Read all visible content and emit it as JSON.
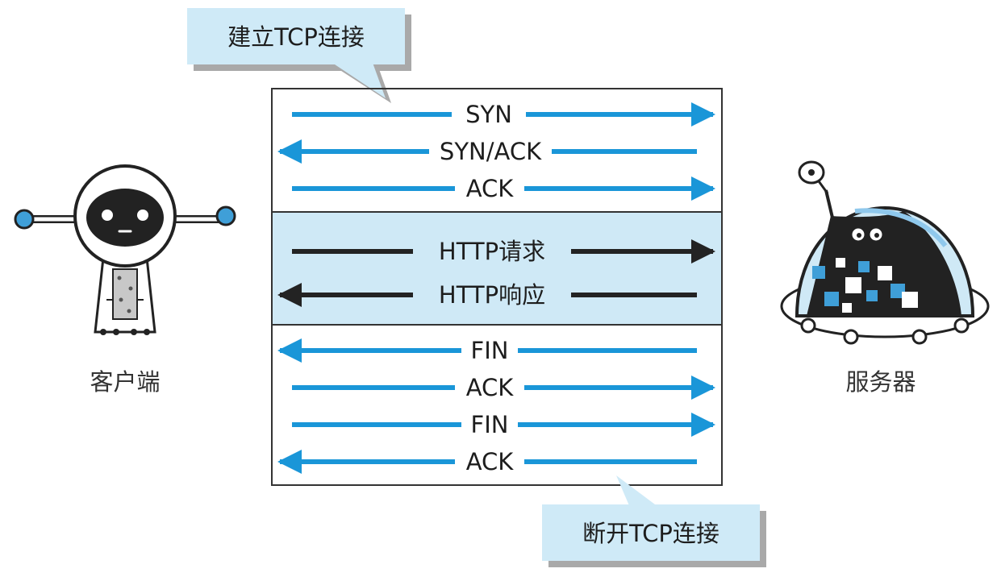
{
  "callouts": {
    "establish": "建立TCP连接",
    "close": "断开TCP连接"
  },
  "nodes": {
    "client": "客户端",
    "server": "服务器"
  },
  "handshake": [
    {
      "label": "SYN",
      "direction": "right"
    },
    {
      "label": "SYN/ACK",
      "direction": "left"
    },
    {
      "label": "ACK",
      "direction": "right"
    }
  ],
  "http": [
    {
      "label": "HTTP请求",
      "direction": "right"
    },
    {
      "label": "HTTP响应",
      "direction": "left"
    }
  ],
  "teardown": [
    {
      "label": "FIN",
      "direction": "left"
    },
    {
      "label": "ACK",
      "direction": "right"
    },
    {
      "label": "FIN",
      "direction": "right"
    },
    {
      "label": "ACK",
      "direction": "left"
    }
  ],
  "colors": {
    "tcp_arrow": "#1a96d8",
    "http_arrow": "#232323",
    "http_band": "#cfe9f6",
    "callout_fill": "#cfeaf7",
    "callout_shadow": "#a9a9a9",
    "box_border": "#333333",
    "robot_accent": "#3f9fd8"
  }
}
